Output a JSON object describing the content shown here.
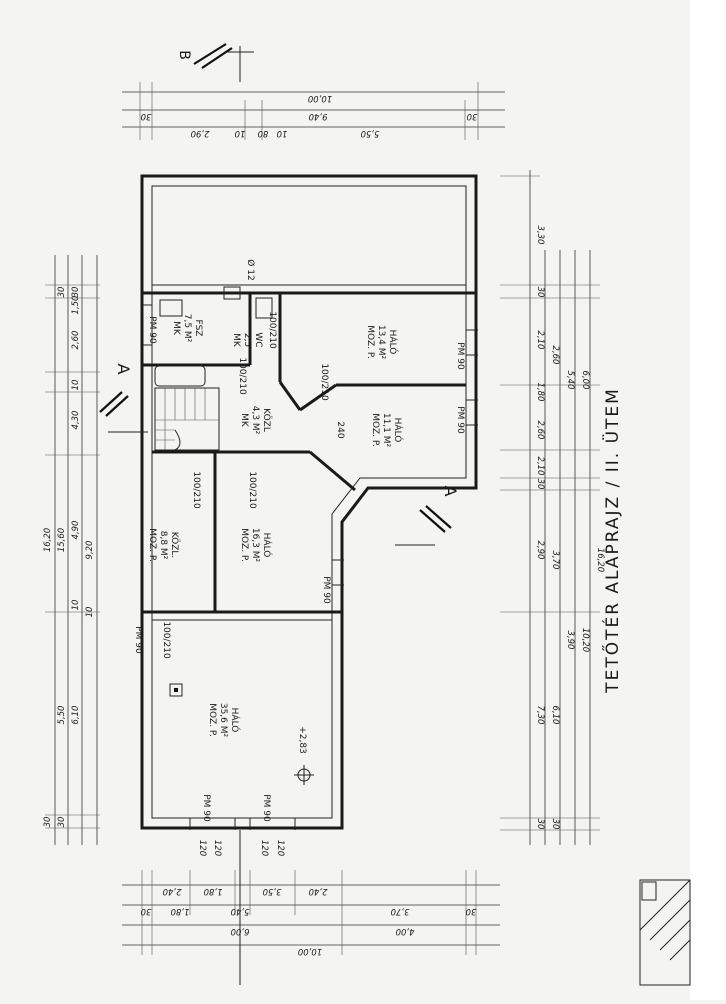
{
  "drawing": {
    "title": "TETŐTÉR ALAPRAJZ / II. ÜTEM",
    "section_a": "A",
    "section_b": "B"
  },
  "rooms": [
    {
      "id": "furdo",
      "name": "FSZ",
      "area": "7,5 M²",
      "floor": "MK"
    },
    {
      "id": "wc",
      "name": "WC",
      "area": "2,5",
      "floor": "MK"
    },
    {
      "id": "halo1",
      "name": "HÁLÓ",
      "area": "13,4 M²",
      "floor": "MOZ. P."
    },
    {
      "id": "halo2",
      "name": "HÁLÓ",
      "area": "11,1 M²",
      "floor": "MOZ. P."
    },
    {
      "id": "kozl1",
      "name": "KÖZL",
      "area": "4,3 M²",
      "floor": "MK"
    },
    {
      "id": "kozl2",
      "name": "KÖZL.",
      "area": "8,8 M²",
      "floor": "MOZ. P."
    },
    {
      "id": "halo3",
      "name": "HÁLÓ",
      "area": "16,3 M²",
      "floor": "MOZ. P."
    },
    {
      "id": "halo4",
      "name": "HÁLÓ",
      "area": "35,6 M²",
      "floor": "MOZ. P."
    }
  ],
  "door_labels": [
    "PM 90",
    "PM 90",
    "PM 90",
    "PM 90",
    "PM 90",
    "PM 90",
    "PM 90"
  ],
  "opening_labels": [
    "100/210",
    "100/210",
    "100/210",
    "100/210",
    "100/210",
    "100/210"
  ],
  "misc_labels": {
    "chimney": "Ø 12",
    "level": "+2,83",
    "wc_tag": "2,50",
    "stair_note": "240"
  },
  "dims": {
    "top_outer": "10,00",
    "top_mid": "9,40",
    "top_inner": [
      "2,90",
      "10",
      "80",
      "10",
      "5,50",
      "30",
      "30"
    ],
    "top_right": "3,30",
    "right_chain": [
      "30",
      "2,10",
      "2,60",
      "5,40",
      "6,00",
      "1,80",
      "2,60",
      "2,10",
      "30",
      "2,90",
      "3,70",
      "16,20",
      "10,20",
      "3,90",
      "7,30",
      "6,10",
      "30",
      "30"
    ],
    "left_chain": [
      "16,20",
      "15,60",
      "9,20",
      "4,90",
      "4,30",
      "10",
      "10",
      "2,60",
      "1,50",
      "30",
      "30",
      "5,50",
      "6,10",
      "30",
      "30",
      "10"
    ],
    "bottom_chain": [
      "2,40",
      "1,80",
      "3,50",
      "2,40",
      "30",
      "1,80",
      "5,40",
      "3,70",
      "30",
      "6,00",
      "4,00",
      "10,00"
    ],
    "window_marks": [
      "120",
      "120",
      "120",
      "120"
    ]
  }
}
